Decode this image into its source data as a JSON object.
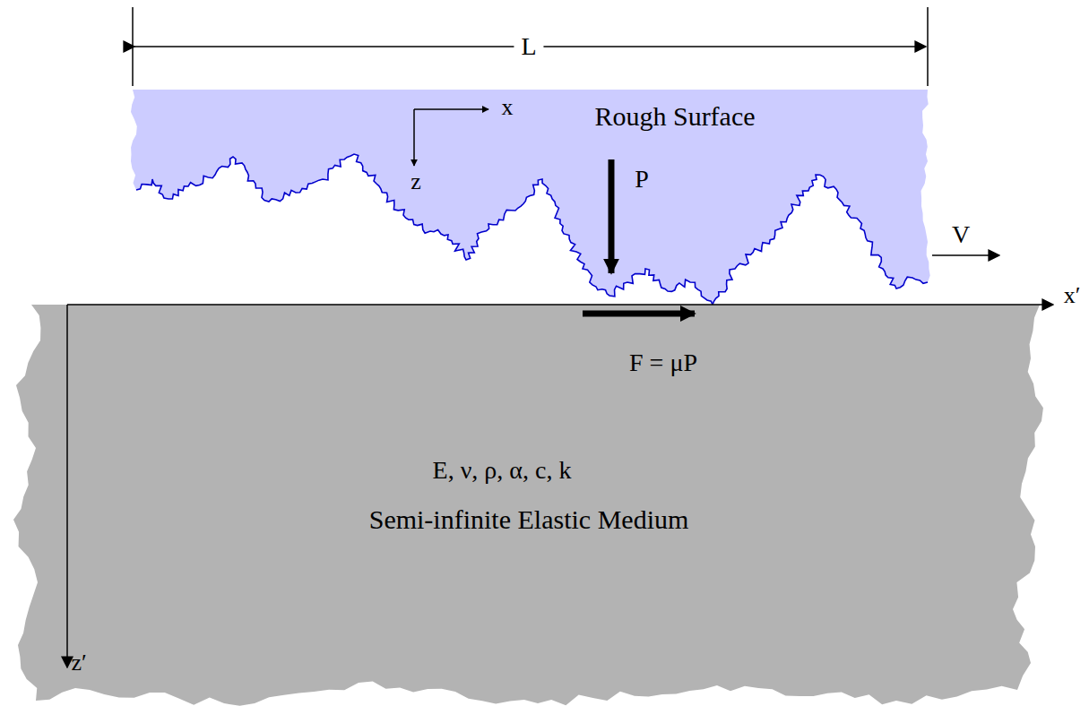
{
  "diagram": {
    "nodes": [
      {
        "text": [
          "Rough Surface"
        ]
      },
      {
        "text": [
          "E, ν, ρ, α, c, k",
          "Semi-infinite Elastic Medium"
        ]
      }
    ],
    "labels": [
      "L",
      "x",
      "z",
      "P",
      "V",
      "x′",
      "F = μP",
      "z′"
    ]
  }
}
